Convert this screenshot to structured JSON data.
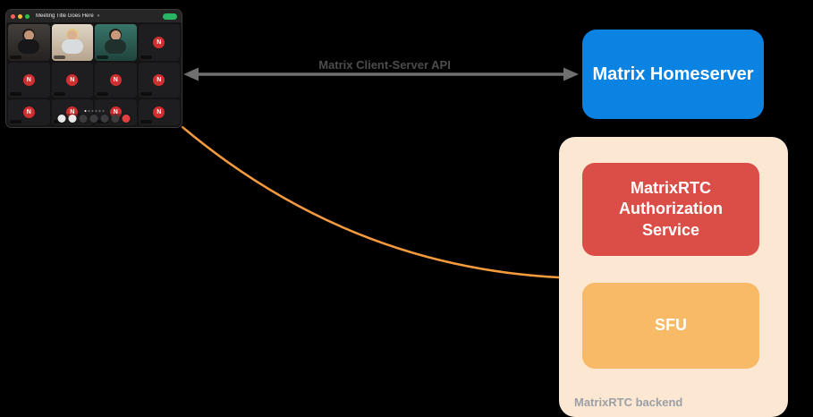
{
  "window": {
    "title": "Meeting Title Goes Here",
    "title_chevron": "▾",
    "traffic_lights": [
      "#ff5f57",
      "#febc2e",
      "#28c840"
    ],
    "header_action_color": "#28b463",
    "avatar_letter": "N",
    "avatar_bg": "#d02f2f",
    "tiles": [
      {
        "kind": "person",
        "bg1": "#45403c",
        "bg2": "#242120",
        "hair": "#1f1a17",
        "skin": "#c49678",
        "shirt": "#17171a"
      },
      {
        "kind": "person",
        "bg1": "#e0d6c6",
        "bg2": "#b7a38c",
        "hair": "#e6c77d",
        "skin": "#d9b092",
        "shirt": "#d8dcdf"
      },
      {
        "kind": "person",
        "bg1": "#39756a",
        "bg2": "#1f443c",
        "hair": "#241d19",
        "skin": "#c89a7c",
        "shirt": "#20302c"
      },
      {
        "kind": "avatar"
      },
      {
        "kind": "avatar"
      },
      {
        "kind": "avatar"
      },
      {
        "kind": "avatar"
      },
      {
        "kind": "avatar"
      },
      {
        "kind": "avatar"
      },
      {
        "kind": "avatar"
      },
      {
        "kind": "avatar"
      },
      {
        "kind": "avatar"
      }
    ],
    "controls": [
      {
        "name": "microphone",
        "bg": "#e9e9e9"
      },
      {
        "name": "camera",
        "bg": "#e9e9e9"
      },
      {
        "name": "screenshare",
        "bg": "#3c3c3e"
      },
      {
        "name": "raise-hand",
        "bg": "#3c3c3e"
      },
      {
        "name": "reactions",
        "bg": "#3c3c3e"
      },
      {
        "name": "more-options",
        "bg": "#3c3c3e"
      },
      {
        "name": "hangup",
        "bg": "#e04040"
      }
    ],
    "pager_dots": 6
  },
  "connection": {
    "label": "Matrix Client-Server API",
    "label_color": "#4c4c4c",
    "arrow_color": "#707070",
    "curve_color": "#f59b3e"
  },
  "homeserver": {
    "label": "Matrix Homeserver",
    "bg": "#0b83e2",
    "text_color": "#ffffff"
  },
  "backend": {
    "caption": "MatrixRTC backend",
    "caption_color": "#9aa0a6",
    "bg": "#fce7d3",
    "boxes": [
      {
        "label": "MatrixRTC Authorization Service",
        "bg": "#db4d47"
      },
      {
        "label": "SFU",
        "bg": "#f9ba68"
      }
    ]
  }
}
